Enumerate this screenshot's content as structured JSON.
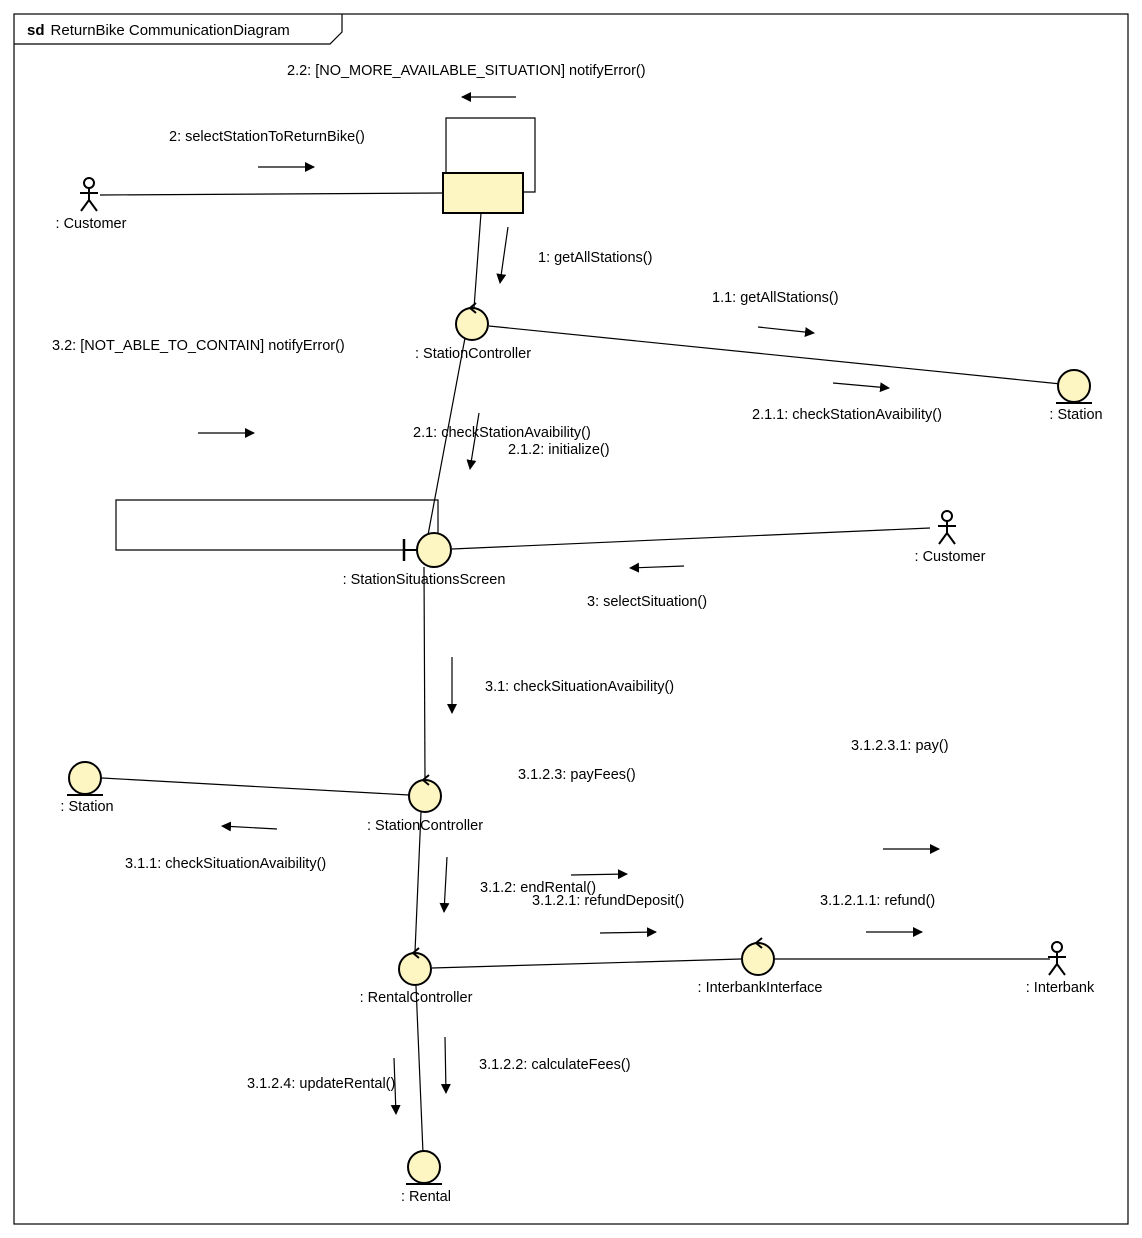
{
  "frame": {
    "keyword": "sd",
    "title": "ReturnBike CommunicationDiagram"
  },
  "lifelines": {
    "customer_top": ": Customer",
    "controller_box": "",
    "station_controller_top": ": StationController",
    "station_right": ": Station",
    "station_situations_screen": ": StationSituationsScreen",
    "customer_right": ": Customer",
    "station_left": ": Station",
    "station_controller_mid": ": StationController",
    "rental_controller": ": RentalController",
    "interbank_interface": ": InterbankInterface",
    "interbank": ": Interbank",
    "rental": ": Rental"
  },
  "messages": {
    "m2_2": "2.2: [NO_MORE_AVAILABLE_SITUATION] notifyError()",
    "m2": "2: selectStationToReturnBike()",
    "m1": "1: getAllStations()",
    "m1_1": "1.1: getAllStations()",
    "m3_2": "3.2: [NOT_ABLE_TO_CONTAIN] notifyError()",
    "m2_1_1": "2.1.1: checkStationAvaibility()",
    "m2_1": "2.1: checkStationAvaibility()",
    "m2_1_2": "2.1.2: initialize()",
    "m3": "3: selectSituation()",
    "m3_1": "3.1: checkSituationAvaibility()",
    "m3_1_2_3_1": "3.1.2.3.1: pay()",
    "m3_1_2_3": "3.1.2.3: payFees()",
    "m3_1_1": "3.1.1: checkSituationAvaibility()",
    "m3_1_2": "3.1.2: endRental()",
    "m3_1_2_1": "3.1.2.1: refundDeposit()",
    "m3_1_2_1_1": "3.1.2.1.1: refund()",
    "m3_1_2_2": "3.1.2.2: calculateFees()",
    "m3_1_2_4": "3.1.2.4: updateRental()"
  },
  "colors": {
    "object_fill": "#fdf6c3",
    "stroke": "#000000"
  }
}
